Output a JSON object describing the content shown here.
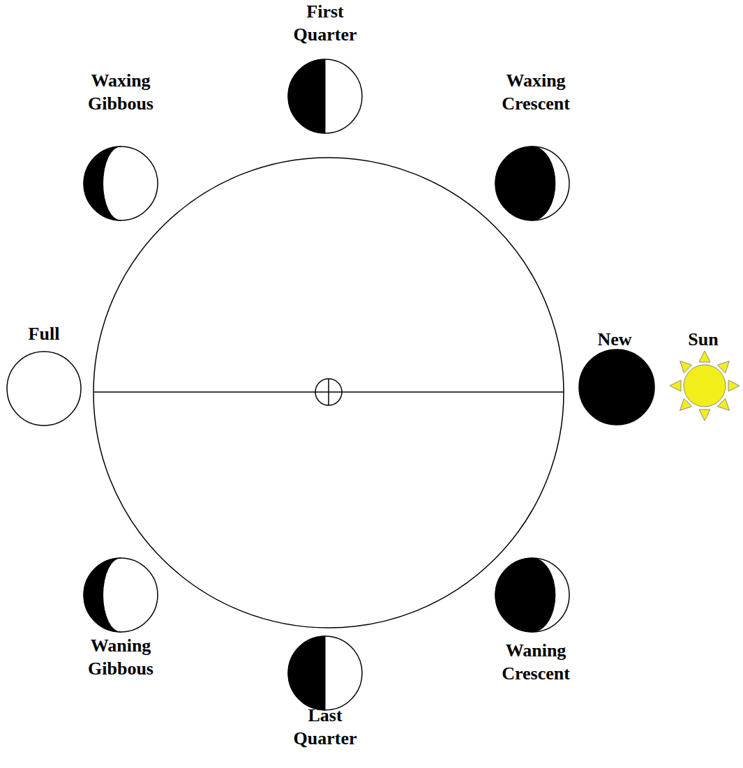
{
  "diagram": {
    "nodes": [
      {
        "text": [
          "First Quarter"
        ]
      },
      {
        "text": [
          "Waxing Gibbous"
        ]
      },
      {
        "text": [
          "Waxing Crescent"
        ]
      },
      {
        "text": [
          "Full"
        ]
      },
      {
        "text": [
          "New"
        ]
      },
      {
        "text": [
          "Sun"
        ]
      },
      {
        "text": [
          "Waning Gibbous"
        ]
      },
      {
        "text": [
          "Waning Crescent"
        ]
      },
      {
        "text": [
          "Last Quarter"
        ]
      }
    ]
  }
}
